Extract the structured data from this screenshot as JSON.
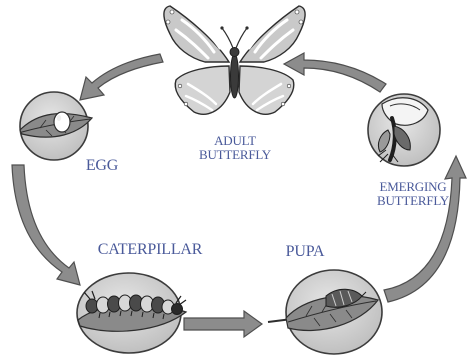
{
  "diagram": {
    "colors": {
      "label": "#4a5a9a",
      "arrow_fill": "#8c8c8c",
      "arrow_stroke": "#4f4f4f",
      "disc_fill": "#d2d2d2",
      "disc_stroke": "#3c3c3c"
    },
    "stages": [
      {
        "id": "adult",
        "label_lines": [
          "ADULT",
          "BUTTERFLY"
        ]
      },
      {
        "id": "egg",
        "label_lines": [
          "EGG"
        ]
      },
      {
        "id": "caterpillar",
        "label_lines": [
          "CATERPILLAR"
        ]
      },
      {
        "id": "pupa",
        "label_lines": [
          "PUPA"
        ]
      },
      {
        "id": "emerging",
        "label_lines": [
          "EMERGING",
          "BUTTERFLY"
        ]
      }
    ],
    "cycle_order": [
      "adult",
      "egg",
      "caterpillar",
      "pupa",
      "emerging",
      "adult"
    ]
  }
}
